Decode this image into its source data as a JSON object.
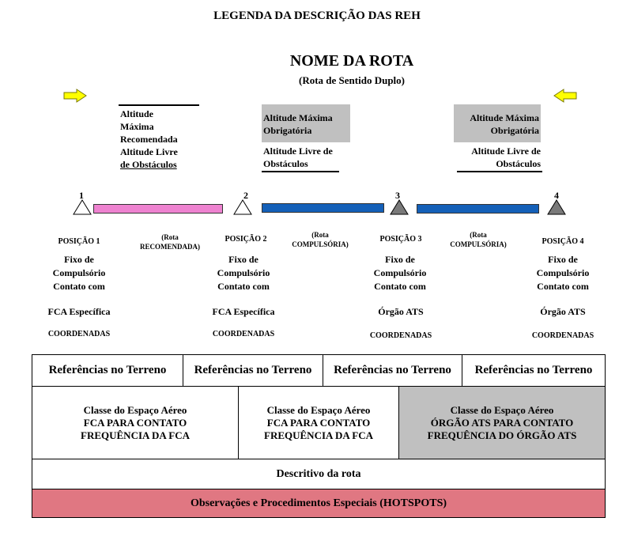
{
  "title": "LEGENDA DA DESCRIÇÃO DAS REH",
  "route": {
    "name": "NOME DA ROTA",
    "subtitle": "(Rota de Sentido Duplo)"
  },
  "altitudes": [
    {
      "lines": [
        "Altitude",
        "Máxima",
        "Recomendada",
        "Altitude Livre",
        "de Obstáculos"
      ]
    },
    {
      "top": [
        "Altitude Máxima",
        "Obrigatória"
      ],
      "bottom": [
        "Altitude Livre de",
        "Obstáculos"
      ]
    },
    {
      "top": [
        "Altitude Máxima",
        "Obrigatória"
      ],
      "bottom": [
        "Altitude Livre de",
        "Obstáculos"
      ]
    }
  ],
  "positions": [
    {
      "num": "1",
      "label": "POSIÇÃO 1",
      "fix": [
        "Fixo de",
        "Compulsório",
        "Contato com"
      ],
      "contact": "FCA Específica",
      "coord": "COORDENADAS"
    },
    {
      "num": "2",
      "label": "POSIÇÃO 2",
      "fix": [
        "Fixo de",
        "Compulsório",
        "Contato com"
      ],
      "contact": "FCA Específica",
      "coord": "COORDENADAS"
    },
    {
      "num": "3",
      "label": "POSIÇÃO 3",
      "fix": [
        "Fixo de",
        "Compulsório",
        "Contato com"
      ],
      "contact": "Órgão ATS",
      "coord": "COORDENADAS"
    },
    {
      "num": "4",
      "label": "POSIÇÃO 4",
      "fix": [
        "Fixo de",
        "Compulsório",
        "Contato com"
      ],
      "contact": "Órgão ATS",
      "coord": "COORDENADAS"
    }
  ],
  "segments": [
    {
      "line1": "(Rota",
      "line2": "RECOMENDADA)"
    },
    {
      "line1": "(Rota",
      "line2": "COMPULSÓRIA)"
    },
    {
      "line1": "(Rota",
      "line2": "COMPULSÓRIA)"
    }
  ],
  "table": {
    "references": [
      "Referências no Terreno",
      "Referências no Terreno",
      "Referências no Terreno",
      "Referências no Terreno"
    ],
    "classes": [
      {
        "lines": [
          "Classe do Espaço Aéreo",
          "FCA PARA CONTATO",
          "FREQUÊNCIA DA FCA"
        ]
      },
      {
        "lines": [
          "Classe do Espaço Aéreo",
          "FCA PARA CONTATO",
          "FREQUÊNCIA DA FCA"
        ]
      },
      {
        "lines": [
          "Classe do Espaço Aéreo",
          "ÓRGÃO ATS PARA CONTATO",
          "FREQUÊNCIA DO ÓRGÃO ATS"
        ]
      }
    ],
    "route_description": "Descritivo da rota",
    "observations": "Observações e Procedimentos Especiais (HOTSPOTS)"
  },
  "colors": {
    "arrow": "#ffff00",
    "recommended_segment": "#ee82d0",
    "compulsory_segment": "#1460b8",
    "gray_fill": "#c0c0c0",
    "observations_fill": "#e07782"
  }
}
